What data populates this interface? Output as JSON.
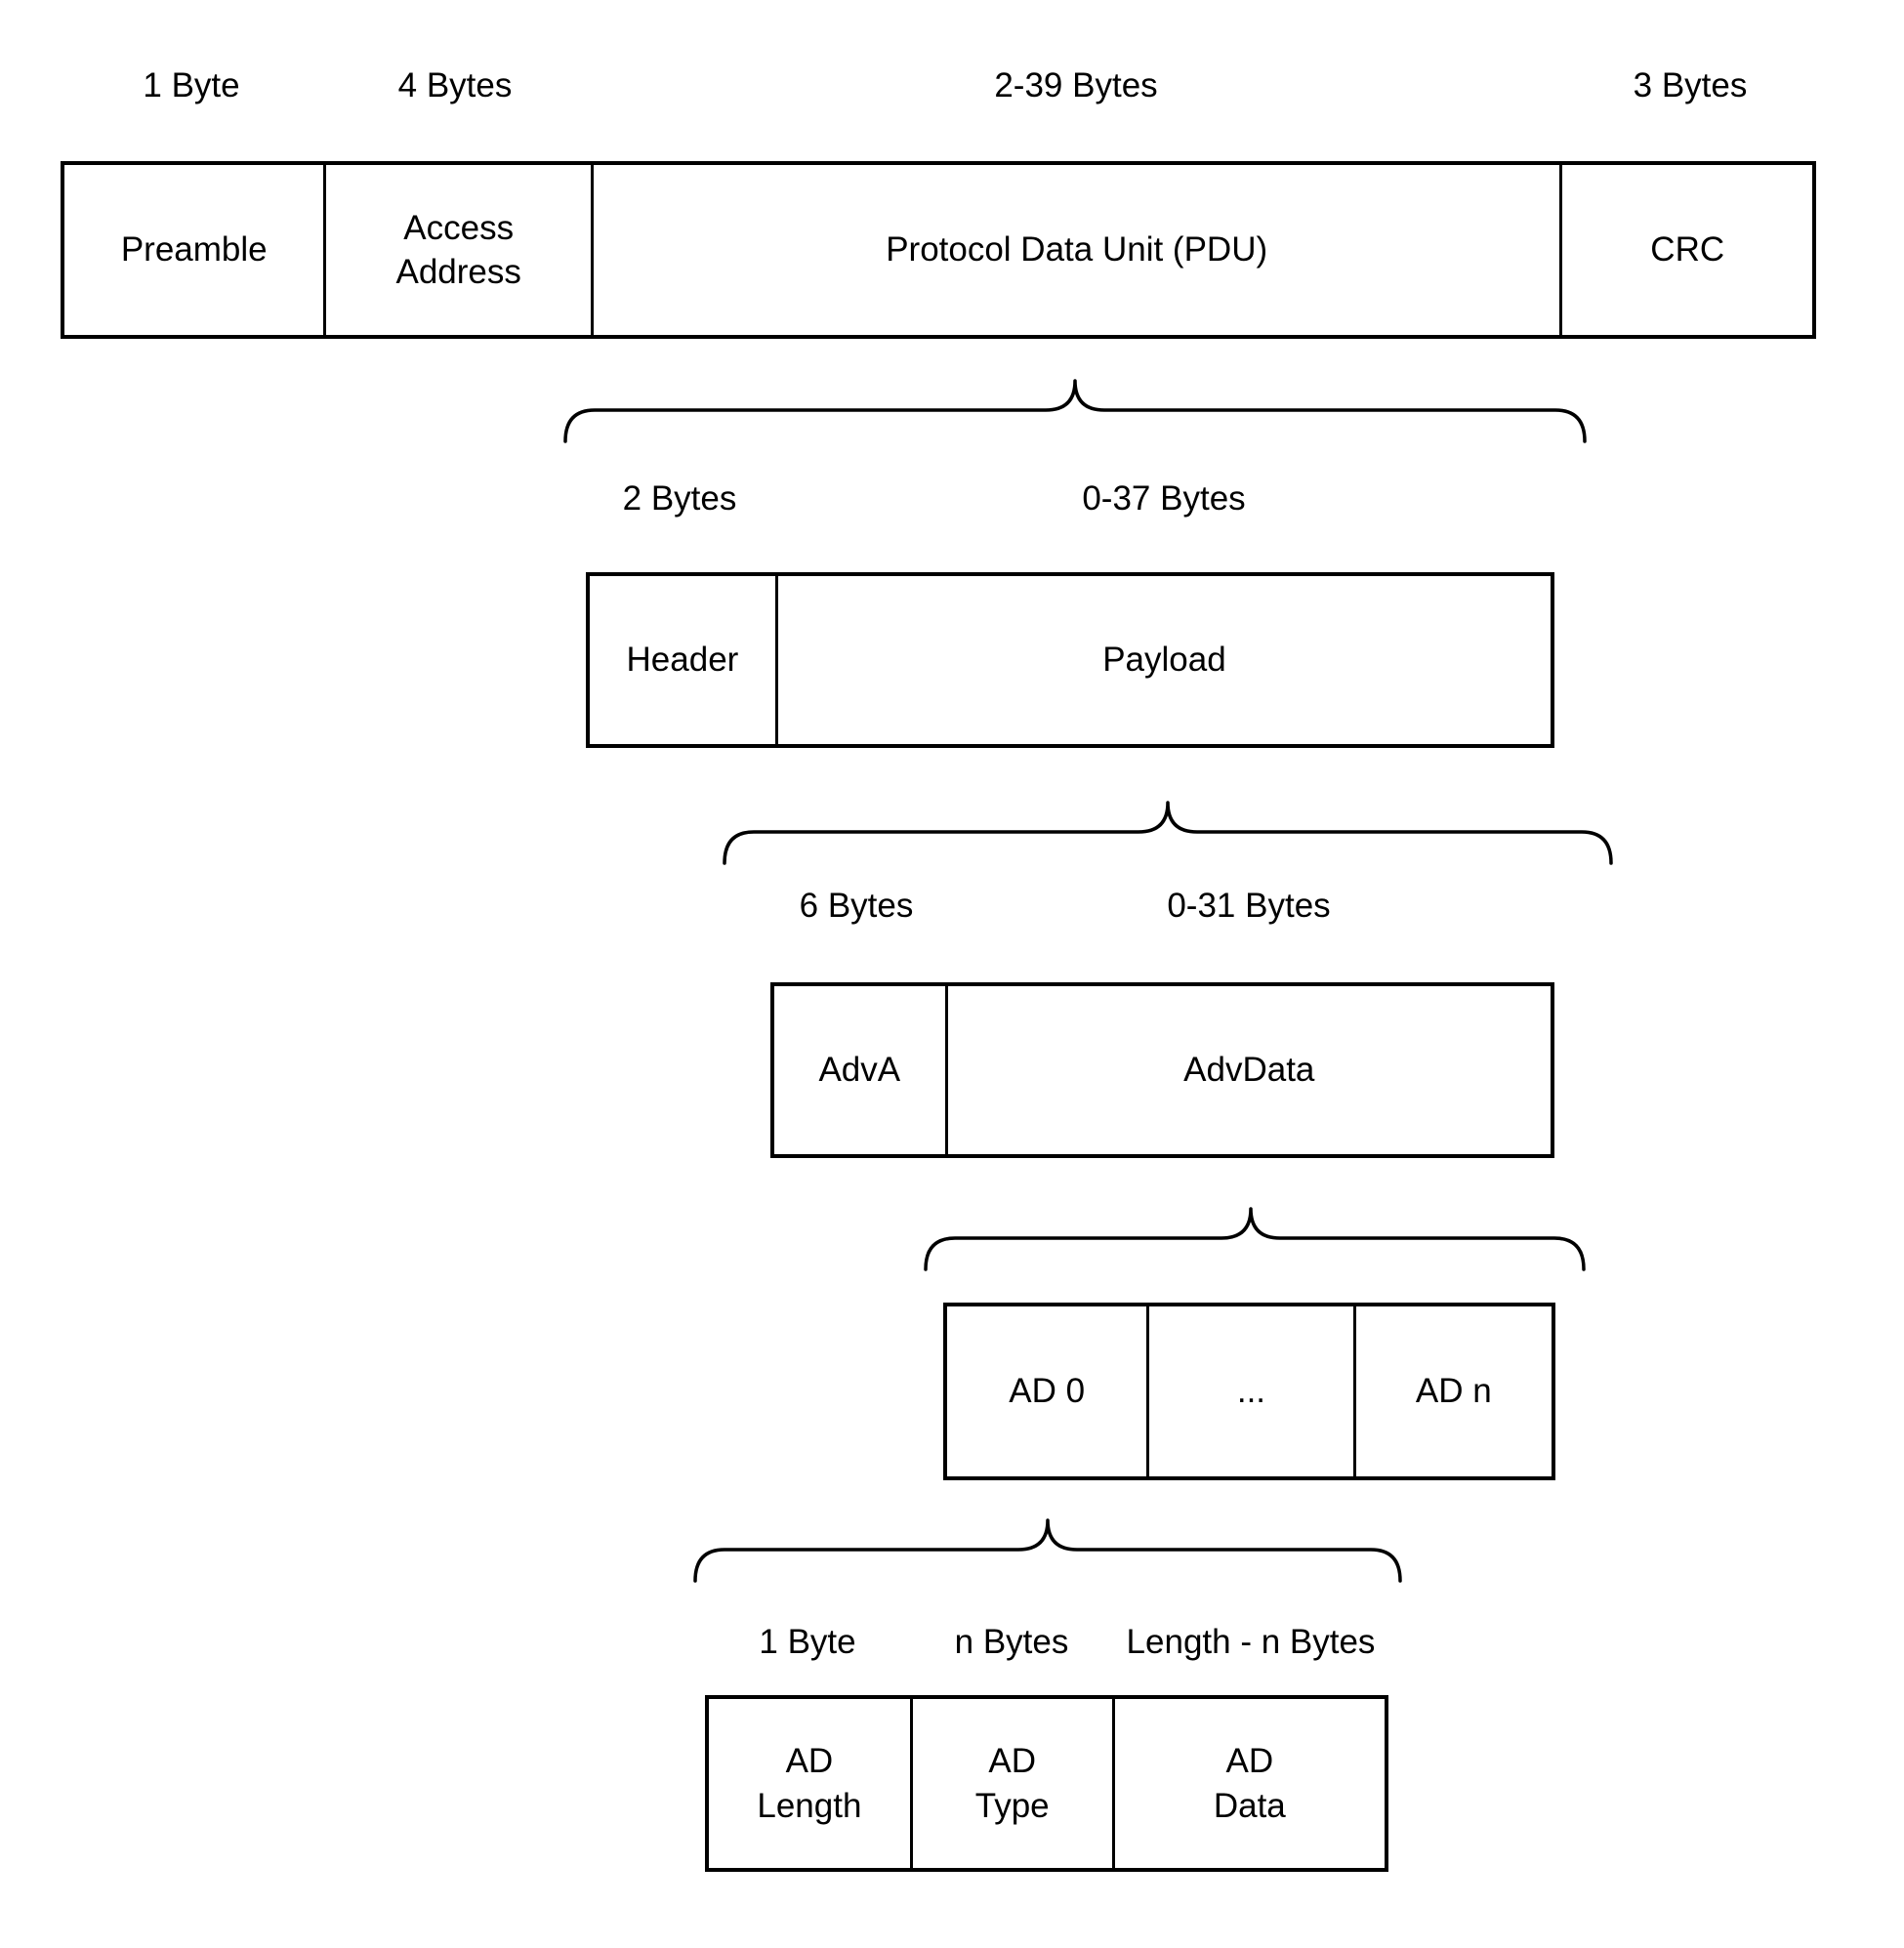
{
  "colors": {
    "background": "#ffffff",
    "line": "#000000",
    "text": "#000000"
  },
  "diagram": {
    "rows": [
      {
        "id": "packet",
        "size_labels": [
          "1 Byte",
          "4 Bytes",
          "2-39 Bytes",
          "3 Bytes"
        ],
        "cells": [
          "Preamble",
          "Access\nAddress",
          "Protocol Data Unit (PDU)",
          "CRC"
        ]
      },
      {
        "id": "pdu",
        "size_labels": [
          "2 Bytes",
          "0-37 Bytes"
        ],
        "cells": [
          "Header",
          "Payload"
        ]
      },
      {
        "id": "payload",
        "size_labels": [
          "6 Bytes",
          "0-31 Bytes"
        ],
        "cells": [
          "AdvA",
          "AdvData"
        ]
      },
      {
        "id": "advdata",
        "size_labels": [],
        "cells": [
          "AD 0",
          "...",
          "AD n"
        ]
      },
      {
        "id": "ad-structure",
        "size_labels": [
          "1 Byte",
          "n Bytes",
          "Length - n Bytes"
        ],
        "cells": [
          "AD\nLength",
          "AD\nType",
          "AD\nData"
        ]
      }
    ]
  }
}
